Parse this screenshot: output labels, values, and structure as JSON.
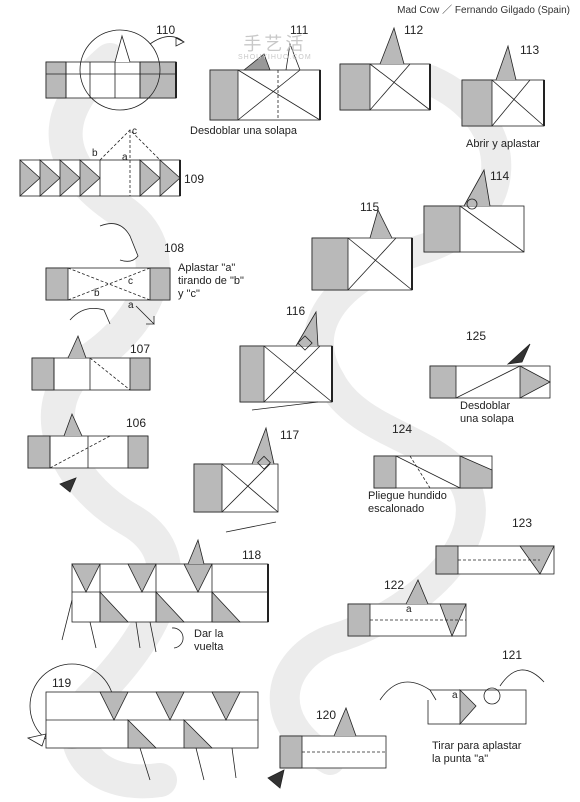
{
  "header": {
    "credit": "Mad Cow ／ Fernando Gilgado (Spain)"
  },
  "watermark": {
    "main": "手艺活",
    "sub": "SHOUYIHUO.COM"
  },
  "steps": [
    "110",
    "111",
    "112",
    "113",
    "109",
    "114",
    "115",
    "108",
    "116",
    "125",
    "107",
    "106",
    "117",
    "124",
    "123",
    "118",
    "122",
    "121",
    "119",
    "120"
  ],
  "notes": {
    "s111": "Desdoblar una solapa",
    "s113": "Abrir y aplastar",
    "s108": "Aplastar \"a\"\ntirando de \"b\"\ny \"c\"",
    "s125": "Desdoblar\nuna solapa",
    "s124": "Pliegue hundido\nescalonado",
    "s118": "Dar la\nvuelta",
    "s121": "Tirar para aplastar\nla punta \"a\""
  },
  "labels": {
    "a": "a",
    "b": "b",
    "c": "c"
  },
  "colors": {
    "shade": "#b9b9b9",
    "path": "#e9e9e9",
    "ink": "#222222"
  }
}
